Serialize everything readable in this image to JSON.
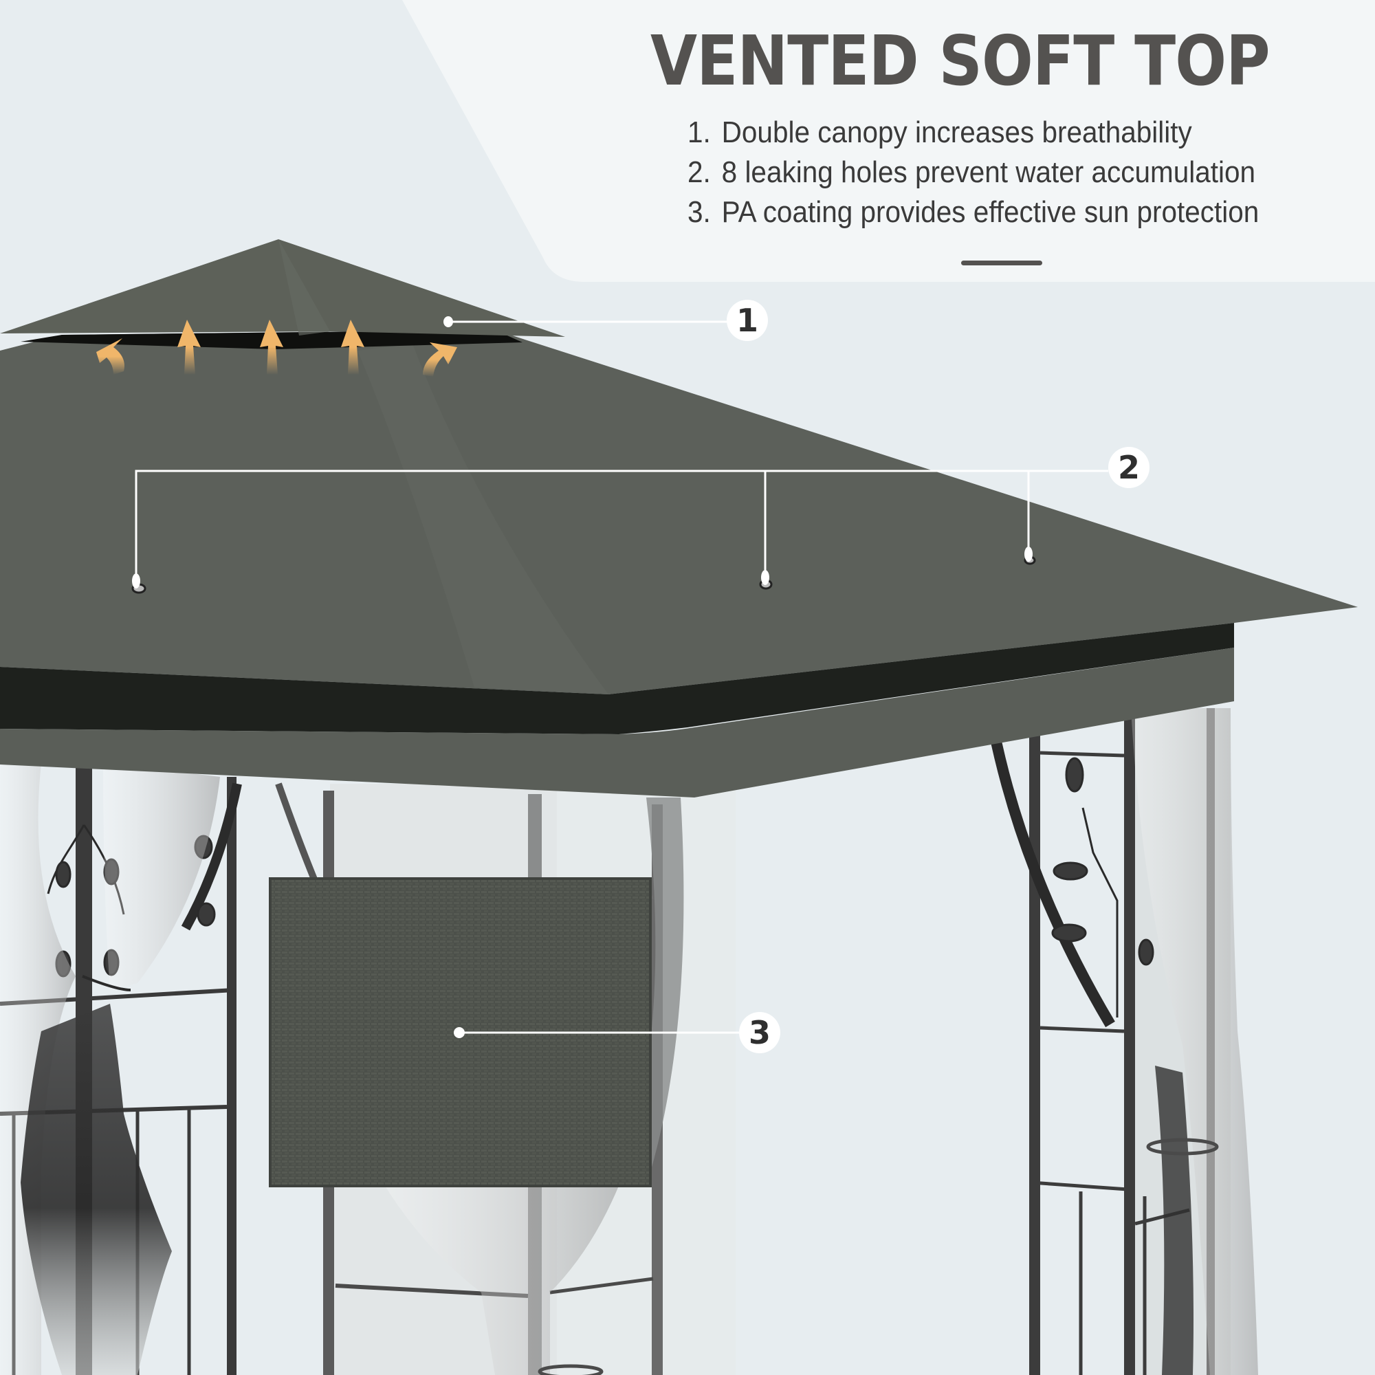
{
  "title": "VENTED SOFT TOP",
  "features": [
    {
      "num": "1.",
      "text": "Double canopy increases breathability"
    },
    {
      "num": "2.",
      "text": "8 leaking holes prevent water accumulation"
    },
    {
      "num": "3.",
      "text": "PA coating provides effective sun protection"
    }
  ],
  "callouts": [
    {
      "label": "1",
      "target": "vented top canopy gap"
    },
    {
      "label": "2",
      "target": "water leaking holes on canopy"
    },
    {
      "label": "3",
      "target": "PA coated fabric swatch"
    }
  ],
  "colors": {
    "background": "#e7edf0",
    "panel": "#f3f6f7",
    "title": "#545250",
    "body_text": "#3a3a3a",
    "canopy": "#5c605a",
    "canopy_shadow": "#1e211d",
    "vent_arrows": "#f0b66a",
    "frame": "#3c3c3c",
    "callout_line": "#ffffff"
  },
  "vent_arrow_count": 5
}
